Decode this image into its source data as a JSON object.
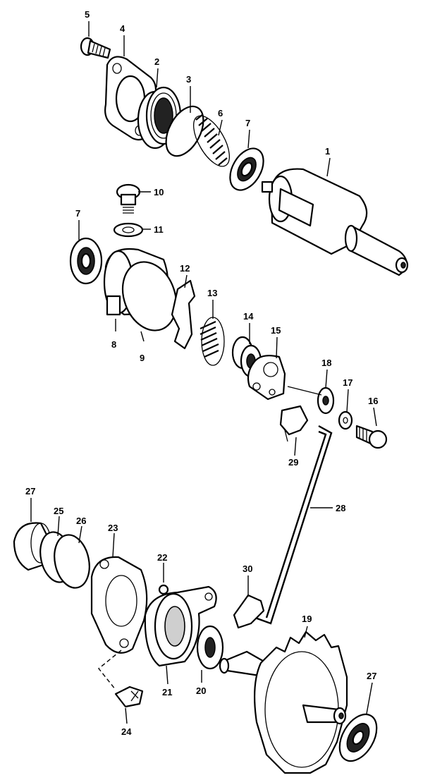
{
  "diagram": {
    "callouts": {
      "p1": "1",
      "p2": "2",
      "p3": "3",
      "p4": "4",
      "p5": "5",
      "p6": "6",
      "p7a": "7",
      "p7b": "7",
      "p8": "8",
      "p9": "9",
      "p10": "10",
      "p11": "11",
      "p12": "12",
      "p13": "13",
      "p14": "14",
      "p15": "15",
      "p16": "16",
      "p17": "17",
      "p18": "18",
      "p19": "19",
      "p20": "20",
      "p21": "21",
      "p22": "22",
      "p23": "23",
      "p24": "24",
      "p25": "25",
      "p26": "26",
      "p27a": "27",
      "p27b": "27",
      "p28": "28",
      "p29": "29",
      "p30": "30"
    }
  }
}
